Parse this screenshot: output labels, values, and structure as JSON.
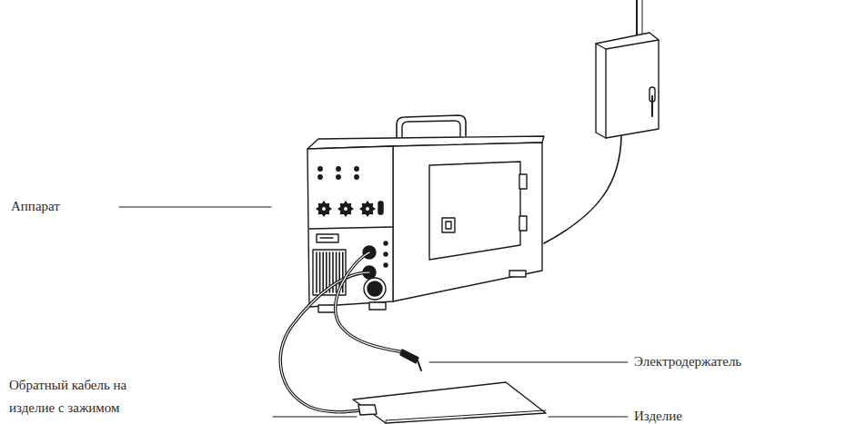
{
  "diagram": {
    "labels": [
      "Аппарат",
      "Электродержатель",
      "Обратный кабель на изделие с зажимом",
      "Изделие"
    ]
  }
}
